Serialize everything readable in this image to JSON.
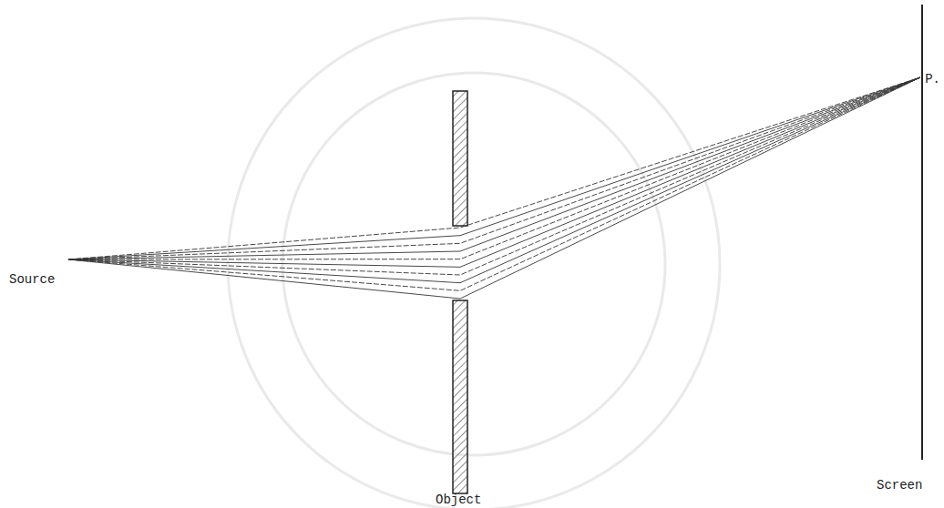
{
  "diagram": {
    "labels": [
      "Source",
      "Object",
      "Screen",
      "P."
    ]
  }
}
